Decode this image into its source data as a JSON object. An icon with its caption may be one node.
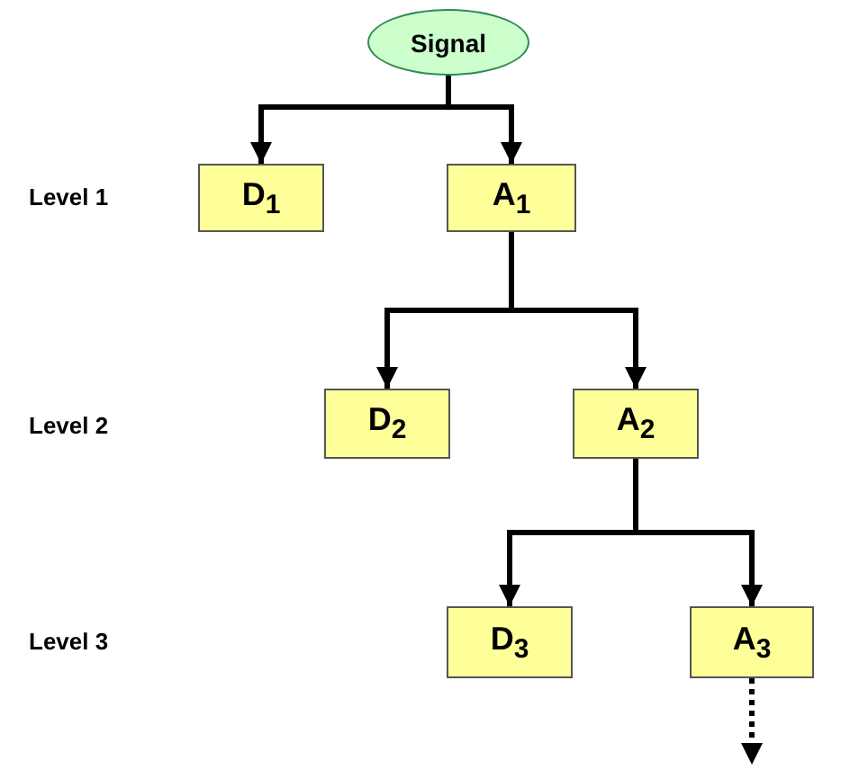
{
  "diagram": {
    "nodes": [
      {
        "text": [
          "Signal"
        ]
      },
      {
        "text": [
          "D$_{1}$"
        ]
      },
      {
        "text": [
          "A$_{1}$"
        ]
      },
      {
        "text": [
          "D$_{2}$"
        ]
      },
      {
        "text": [
          "A$_{2}$"
        ]
      },
      {
        "text": [
          "D$_{3}$"
        ]
      },
      {
        "text": [
          "A$_{3}$"
        ]
      }
    ],
    "edges": [
      {
        "from": 0,
        "to": 1,
        "arrow": "to"
      },
      {
        "from": 0,
        "to": 2,
        "arrow": "to"
      },
      {
        "from": 2,
        "to": 3,
        "arrow": "to"
      },
      {
        "from": 2,
        "to": 4,
        "arrow": "to"
      },
      {
        "from": 4,
        "to": 5,
        "arrow": "to"
      },
      {
        "from": 4,
        "to": 6,
        "arrow": "to"
      },
      {
        "from": 6,
        "to": null,
        "arrow": "to",
        "style": "dashed"
      }
    ],
    "labels": [
      "Level 1",
      "Level 2",
      "Level 3"
    ]
  }
}
